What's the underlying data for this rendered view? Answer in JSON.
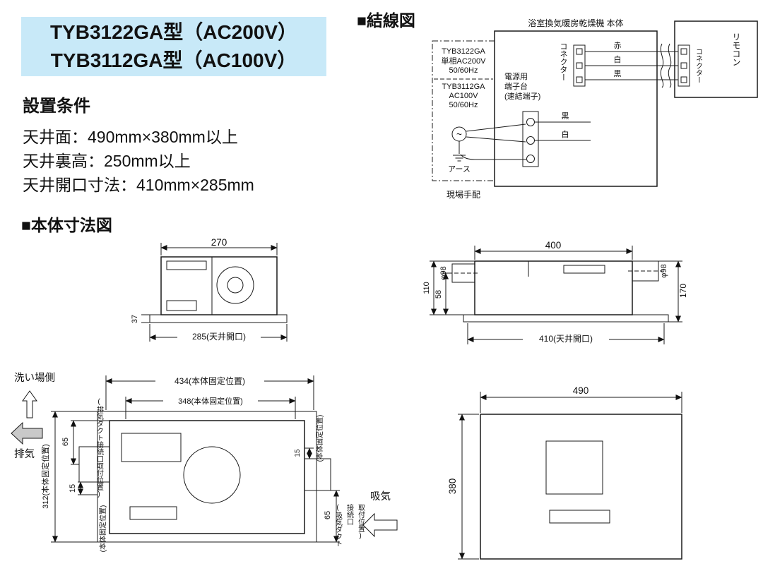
{
  "models": {
    "bg": "#c8e9f8",
    "line1": "TYB3122GA型（AC200V）",
    "line2": "TYB3112GA型（AC100V）"
  },
  "installation": {
    "title": "設置条件",
    "items": [
      "天井面：490mm×380mm以上",
      "天井裏高：250mm以上",
      "天井開口寸法：410mm×285mm"
    ]
  },
  "wiring": {
    "title": "■結線図",
    "unit_label": "浴室換気暖房乾燥機 本体",
    "remote": "リモコン",
    "connector_unit": "コネクター",
    "connector_remote": "コネクター",
    "power": {
      "model1": "TYB3122GA",
      "model1_voltage": "単相AC200V",
      "model1_freq": "50/60Hz",
      "model2": "TYB3112GA",
      "model2_voltage": "AC100V",
      "model2_freq": "50/60Hz"
    },
    "terminal": {
      "l1": "電源用",
      "l2": "端子台",
      "l3": "(速結端子)"
    },
    "wires": {
      "red": "赤",
      "white": "白",
      "black": "黒",
      "black2": "黒",
      "white2": "白"
    },
    "ac": "~",
    "earth": "アース",
    "site": "現場手配"
  },
  "dims": {
    "title": "■本体寸法図",
    "top": {
      "w": "270",
      "opening": "285(天井開口)",
      "flange": "37"
    },
    "side": {
      "w": "400",
      "opening": "410(天井開口)",
      "h1": "110",
      "h2": "58",
      "h3": "170",
      "phi_l": "φ98",
      "phi_r": "φ98"
    },
    "bottom": {
      "fix_w": "434(本体固定位置)",
      "fix_w2": "348(本体固定位置)",
      "wash": "洗い場側",
      "exhaust": "排気",
      "intake": "吸気",
      "exhaust_duct": "(排気ダクト接続口取付位置)",
      "intake_duct_1": "(吸気ダクト",
      "intake_duct_2": "接続口",
      "intake_duct_3": "取付位置)",
      "d65l": "65",
      "d15l": "15",
      "fix_h": "312(本体固定位置)",
      "fix_note_l": "(本体固定位置)",
      "fix_note_r": "(本体固定位置)",
      "d15r": "15",
      "d65r": "65"
    },
    "panel": {
      "w": "490",
      "h": "380"
    }
  }
}
